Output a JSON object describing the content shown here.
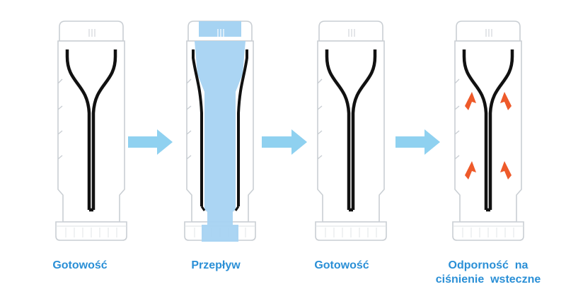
{
  "stages": [
    {
      "id": "ready-1",
      "label": "Gotowość"
    },
    {
      "id": "flow",
      "label": "Przepływ"
    },
    {
      "id": "ready-2",
      "label": "Gotowość"
    },
    {
      "id": "backpressure",
      "label_line1": "Odporność  na",
      "label_line2": "ciśnienie  wsteczne"
    }
  ],
  "colors": {
    "caption": "#2a8fd6",
    "arrow": "#8fd1f0",
    "flow": "#a6d3f2",
    "valve": "#111111",
    "pressure_arrow": "#ee5a2a",
    "outline": "#c9ced3"
  }
}
